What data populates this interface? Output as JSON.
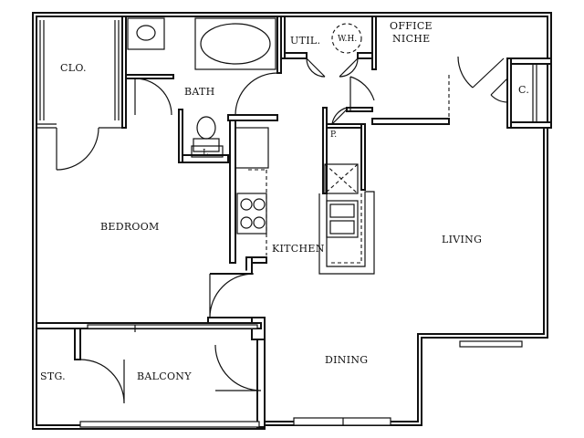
{
  "floor_plan": {
    "rooms": {
      "closet": "CLO.",
      "bath": "BATH",
      "utility": "UTIL.",
      "water_heater": "W.H.",
      "office_line1": "OFFICE",
      "office_line2": "NICHE",
      "coat_closet": "C.",
      "pantry": "P.",
      "linen": "L.",
      "bedroom": "BEDROOM",
      "kitchen": "KITCHEN",
      "living": "LIVING",
      "dining": "DINING",
      "storage": "STG.",
      "balcony": "BALCONY"
    }
  }
}
